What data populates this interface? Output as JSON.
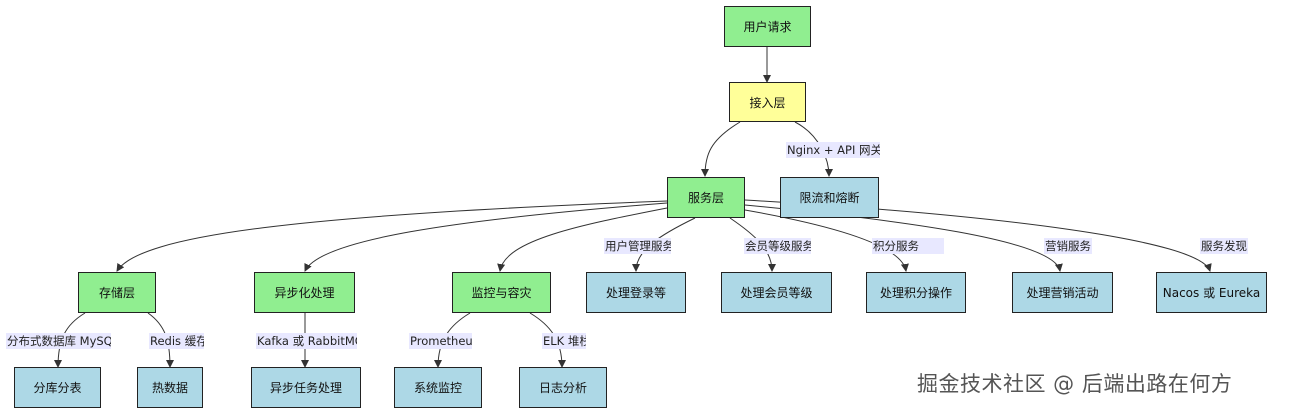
{
  "nodes": {
    "user_request": "用户请求",
    "access_layer": "接入层",
    "service_layer": "服务层",
    "rate_limit": "限流和熔断",
    "storage_layer": "存储层",
    "async_processing": "异步化处理",
    "monitoring": "监控与容灾",
    "login": "处理登录等",
    "member_level": "处理会员等级",
    "points_ops": "处理积分操作",
    "marketing": "处理营销活动",
    "discovery": "Nacos 或 Eureka",
    "sharding": "分库分表",
    "hot_data": "热数据",
    "async_task": "异步任务处理",
    "sys_monitor": "系统监控",
    "log_analysis": "日志分析"
  },
  "edge_labels": {
    "gateway": "Nginx + API 网关",
    "user_mgmt": "用户管理服务",
    "member_svc": "会员等级服务",
    "points_svc": "积分服务",
    "marketing_svc": "营销服务",
    "discovery_svc": "服务发现",
    "mysql": "分布式数据库 MySQL",
    "redis": "Redis 缓存",
    "mq": "Kafka 或 RabbitMQ",
    "prometheus": "Prometheus",
    "elk": "ELK 堆栈"
  },
  "watermark": "掘金技术社区 @ 后端出路在何方",
  "colors": {
    "layer": "#90ee90",
    "entry": "#ffff99",
    "leaf": "#add8e6"
  }
}
